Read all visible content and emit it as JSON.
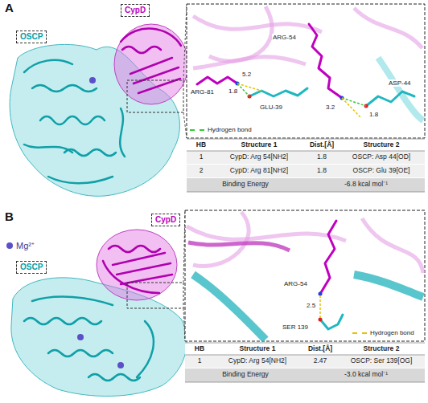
{
  "diagram": {
    "nodes": [
      {
        "text": [
          "CypD"
        ]
      },
      {
        "text": [
          "OSCP"
        ]
      },
      {
        "text": [
          "CypD"
        ]
      },
      {
        "text": [
          "OSCP"
        ]
      }
    ],
    "labels": [
      "A",
      "ARG-54",
      "ARG-81",
      "5.2",
      "1.8",
      "GLU-39",
      "3.2",
      "1.8",
      "ASP-44",
      "HB",
      "Structure 1",
      "Dist.[Å]",
      "Structure 2",
      "1",
      "CypD: Arg 54[NH2]",
      "1.8",
      "OSCP: Asp 44[OD]",
      "2",
      "CypD: Arg 81[NH2]",
      "1.8",
      "OSCP: Glu 39[OE]",
      "Binding Energy",
      "-6.8 kcal mol⁻¹",
      "B",
      "ARG-54",
      "2.5",
      "SER 139",
      "HB",
      "Structure 1",
      "Dist.[Å]",
      "Structure 2",
      "1",
      "CypD: Arg 54[NH2]",
      "2.47",
      "OSCP: Ser 139[OG]",
      "Binding Energy",
      "-3.0 kcal mol⁻¹"
    ],
    "legend": [
      {
        "text": "Hydrogen bond"
      },
      {
        "text": "Hydrogen bond"
      },
      {
        "text": "Mg²⁺",
        "color": "#5a50c8"
      }
    ]
  }
}
